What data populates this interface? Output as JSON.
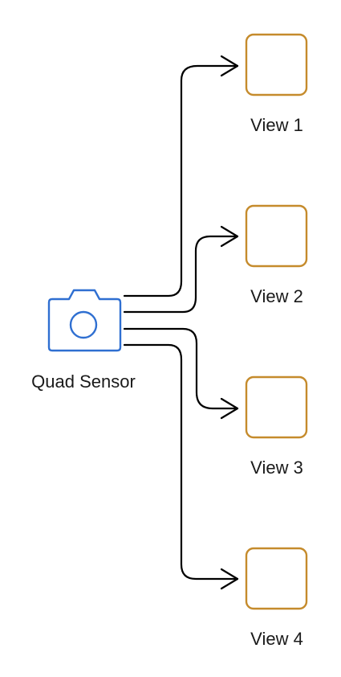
{
  "source": {
    "label": "Quad Sensor",
    "icon": "camera-icon",
    "color": "#2f6fd1"
  },
  "views": [
    {
      "label": "View 1",
      "icon": "square-icon"
    },
    {
      "label": "View 2",
      "icon": "square-icon"
    },
    {
      "label": "View 3",
      "icon": "square-icon"
    },
    {
      "label": "View 4",
      "icon": "square-icon"
    }
  ],
  "view_color": "#c58b2c",
  "arrow_color": "#000000"
}
